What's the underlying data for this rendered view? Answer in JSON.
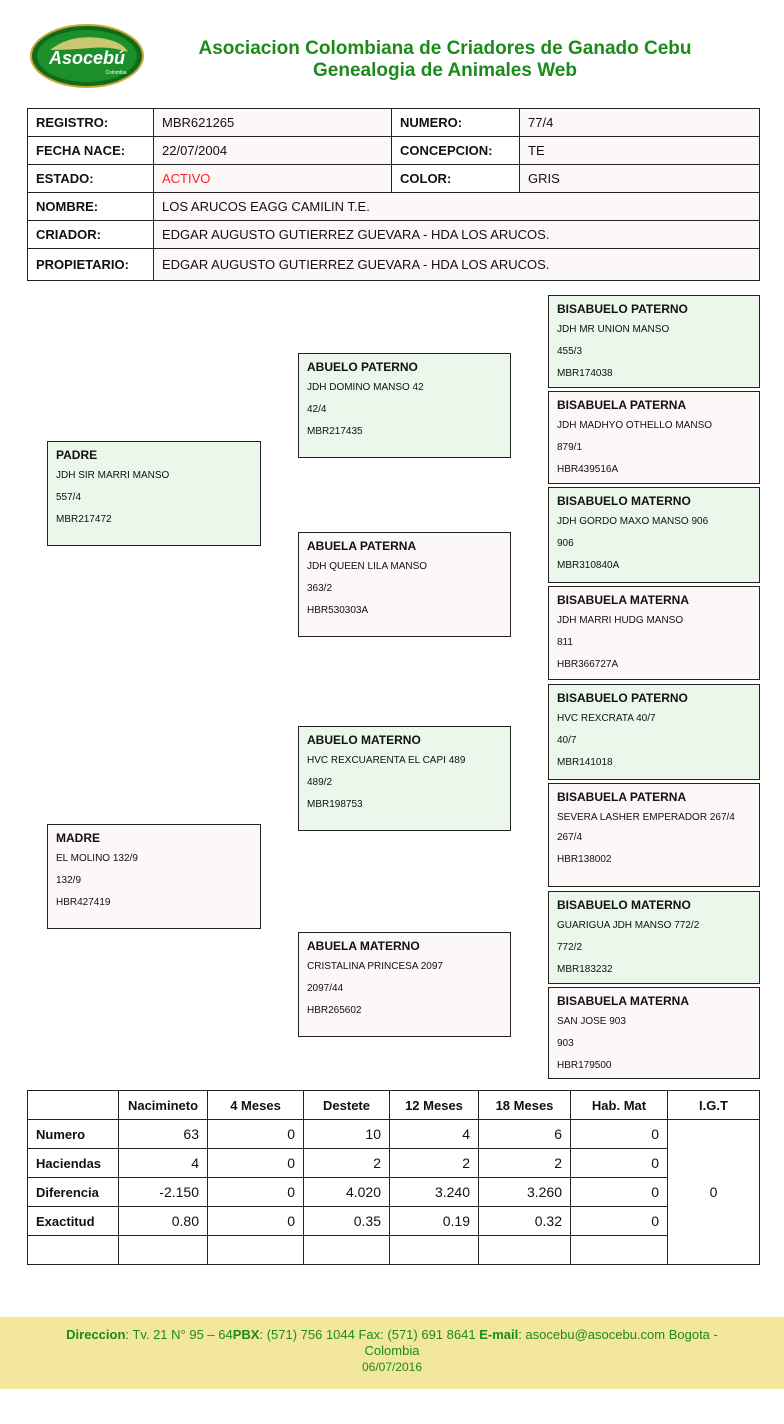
{
  "header": {
    "logo_text": "Asocebú",
    "logo_sub": "Colombia",
    "title_line1": "Asociacion Colombiana de Criadores de Ganado Cebu",
    "title_line2": "Genealogia de Animales Web"
  },
  "info": {
    "registro_label": "REGISTRO:",
    "registro": "MBR621265",
    "numero_label": "NUMERO:",
    "numero": "77/4",
    "fecha_label": "FECHA NACE:",
    "fecha": "22/07/2004",
    "concepcion_label": "CONCEPCION:",
    "concepcion": "TE",
    "estado_label": "ESTADO:",
    "estado": "ACTIVO",
    "color_label": "COLOR:",
    "color": "GRIS",
    "nombre_label": "NOMBRE:",
    "nombre": "LOS ARUCOS EAGG CAMILIN T.E.",
    "criador_label": "CRIADOR:",
    "criador": "EDGAR AUGUSTO GUTIERREZ GUEVARA - HDA LOS ARUCOS.",
    "propietario_label": "PROPIETARIO:",
    "propietario": "EDGAR AUGUSTO GUTIERREZ GUEVARA - HDA LOS ARUCOS."
  },
  "pedigree": {
    "padre": {
      "title": "PADRE",
      "name": "JDH SIR MARRI MANSO",
      "number": "557/4",
      "reg": "MBR217472"
    },
    "madre": {
      "title": "MADRE",
      "name": "EL MOLINO 132/9",
      "number": "132/9",
      "reg": "HBR427419"
    },
    "abuelo_paterno": {
      "title": "ABUELO PATERNO",
      "name": "JDH DOMINO MANSO 42",
      "number": "42/4",
      "reg": "MBR217435"
    },
    "abuela_paterna": {
      "title": "ABUELA PATERNA",
      "name": "JDH QUEEN LILA MANSO",
      "number": "363/2",
      "reg": "HBR530303A"
    },
    "abuelo_materno": {
      "title": "ABUELO MATERNO",
      "name": "HVC REXCUARENTA EL CAPI 489",
      "number": "489/2",
      "reg": "MBR198753"
    },
    "abuela_materno": {
      "title": "ABUELA MATERNO",
      "name": "CRISTALINA PRINCESA 2097",
      "number": "2097/44",
      "reg": "HBR265602"
    },
    "bis1": {
      "title": "BISABUELO PATERNO",
      "name": "JDH MR UNION MANSO",
      "number": "455/3",
      "reg": "MBR174038"
    },
    "bis2": {
      "title": "BISABUELA PATERNA",
      "name": "JDH MADHYO OTHELLO MANSO",
      "number": "879/1",
      "reg": "HBR439516A"
    },
    "bis3": {
      "title": "BISABUELO MATERNO",
      "name": "JDH GORDO MAXO MANSO 906",
      "number": "906",
      "reg": "MBR310840A"
    },
    "bis4": {
      "title": "BISABUELA MATERNA",
      "name": "JDH MARRI HUDG MANSO",
      "number": "811",
      "reg": "HBR366727A"
    },
    "bis5": {
      "title": "BISABUELO PATERNO",
      "name": "HVC REXCRATA 40/7",
      "number": "40/7",
      "reg": "MBR141018"
    },
    "bis6": {
      "title": "BISABUELA PATERNA",
      "name": "SEVERA LASHER EMPERADOR 267/4",
      "number": "267/4",
      "reg": "HBR138002"
    },
    "bis7": {
      "title": "BISABUELO MATERNO",
      "name": "GUARIGUA JDH MANSO 772/2",
      "number": "772/2",
      "reg": "MBR183232"
    },
    "bis8": {
      "title": "BISABUELA MATERNA",
      "name": "SAN JOSE 903",
      "number": "903",
      "reg": "HBR179500"
    }
  },
  "epd": {
    "headers": [
      "",
      "Nacimineto",
      "4 Meses",
      "Destete",
      "12 Meses",
      "18 Meses",
      "Hab. Mat",
      "I.G.T"
    ],
    "rows": [
      {
        "label": "Numero",
        "values": [
          "63",
          "0",
          "10",
          "4",
          "6",
          "0"
        ]
      },
      {
        "label": "Haciendas",
        "values": [
          "4",
          "0",
          "2",
          "2",
          "2",
          "0"
        ]
      },
      {
        "label": "Diferencia",
        "values": [
          "-2.150",
          "0",
          "4.020",
          "3.240",
          "3.260",
          "0"
        ]
      },
      {
        "label": "Exactitud",
        "values": [
          "0.80",
          "0",
          "0.35",
          "0.19",
          "0.32",
          "0"
        ]
      }
    ],
    "igt": "0"
  },
  "footer": {
    "dir_label": "Direccion",
    "dir_value": ": Tv. 21 N°  95 – 64",
    "pbx_label": "PBX",
    "pbx_value": ": (571) 756 1044 Fax: (571) 691 8641 ",
    "email_label": "E-mail",
    "email_value": ": asocebu@asocebu.com Bogota -",
    "country": "Colombia",
    "date": "06/07/2016"
  },
  "colors": {
    "brand_green": "#1c8b1c",
    "male_box": "#eaf7ea",
    "female_box": "#fbf8f7",
    "status_red": "#ff2020",
    "footer_bg": "#f2e79a"
  }
}
